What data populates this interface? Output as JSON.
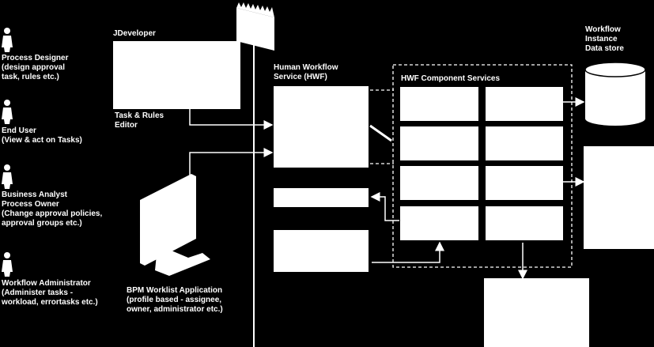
{
  "roles": [
    {
      "title": "Process Designer",
      "desc": [
        "(design approval",
        "task, rules etc.)"
      ]
    },
    {
      "title": "End User",
      "desc": [
        "(View & act on Tasks)"
      ]
    },
    {
      "title": "Business Analyst",
      "title2": "Process Owner",
      "desc": [
        "(Change approval policies,",
        "approval groups etc.)"
      ]
    },
    {
      "title": "Workflow Administrator",
      "desc": [
        "(Administer tasks -",
        "workload, errortasks etc.)"
      ]
    }
  ],
  "jdev": {
    "title": "JDeveloper",
    "editor": [
      "Task & Rules",
      "Editor"
    ]
  },
  "hwf": {
    "title": [
      "Human Workflow",
      "Service (HWF)"
    ]
  },
  "components": {
    "title": "HWF Component Services"
  },
  "datastore": {
    "title": [
      "Workflow",
      "Instance",
      "Data store"
    ]
  },
  "worklist": {
    "title": "BPM Worklist Application",
    "desc": [
      "(profile based - assignee,",
      "owner, administrator etc.)"
    ]
  }
}
